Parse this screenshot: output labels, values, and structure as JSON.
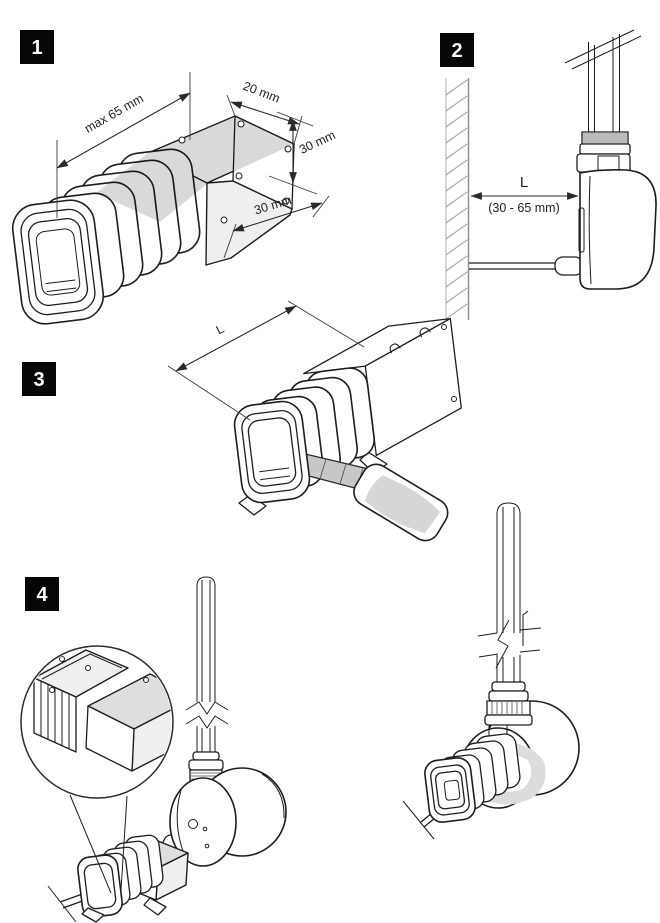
{
  "figure": {
    "kind": "installation-instruction-diagram",
    "background": "#ffffff"
  },
  "palette": {
    "line": "#1d1d1d",
    "dimension_line": "#2a2a2a",
    "wall_hatch": "#ababab",
    "shade_dark": "#c9c9c9",
    "shade_mid": "#dedede",
    "shade_light": "#efefef",
    "badge_background": "#060606",
    "badge_text": "#ffffff"
  },
  "steps": [
    {
      "number": "1",
      "dimensions": {
        "length": "max 65 mm",
        "depth": "20 mm",
        "height": "30 mm",
        "width": "30 mm"
      }
    },
    {
      "number": "2",
      "dimensions": {
        "label": "L",
        "range": "(30 - 65 mm)"
      }
    },
    {
      "number": "3",
      "dimensions": {
        "label": "L"
      }
    },
    {
      "number": "4",
      "dimensions": {}
    }
  ]
}
